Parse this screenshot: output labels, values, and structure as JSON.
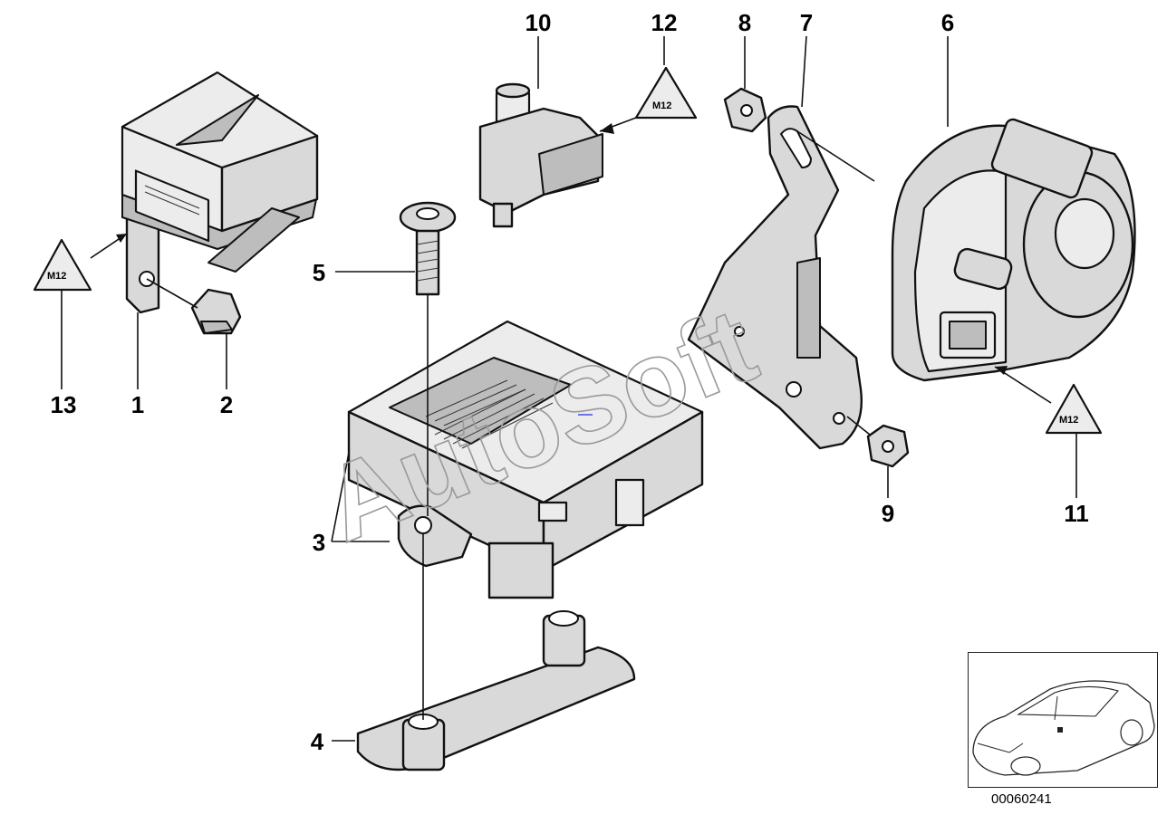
{
  "callouts": {
    "c1": "1",
    "c2": "2",
    "c3": "3",
    "c4": "4",
    "c5": "5",
    "c6": "6",
    "c7": "7",
    "c8": "8",
    "c9": "9",
    "c10": "10",
    "c11": "11",
    "c12": "12",
    "c13": "13"
  },
  "watermark": "AutoSoft",
  "drawing_number": "00060241",
  "colors": {
    "line": "#111111",
    "part_fill": "#d9d9d9",
    "watermark": "#9a9a9a"
  },
  "icons": [
    "symbol-triangle-icon",
    "car-thumbnail-icon"
  ]
}
